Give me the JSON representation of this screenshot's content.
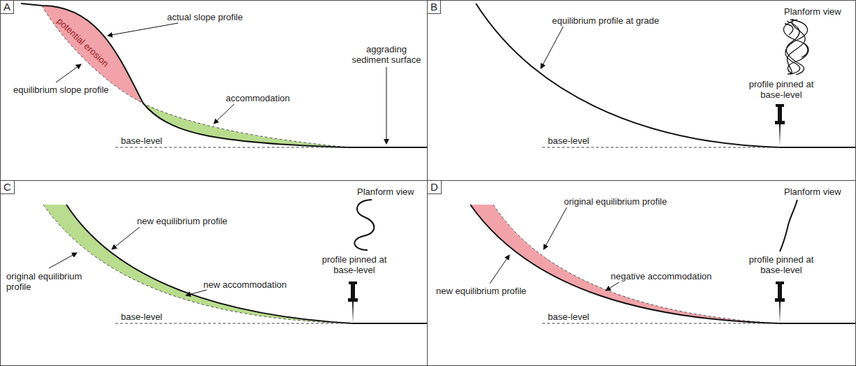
{
  "diagram": {
    "nodes": [
      {
        "text": [
          "A",
          "actual slope profile",
          "potential erosion",
          "equilibrium slope profile",
          "accommodation",
          "aggrading sediment surface",
          "base-level"
        ]
      },
      {
        "text": [
          "B",
          "equilibrium profile at grade",
          "Planform view",
          "profile pinned at base-level",
          "base-level"
        ]
      },
      {
        "text": [
          "C",
          "new equilibrium profile",
          "Planform view",
          "original equilibrium profile",
          "new accommodation",
          "profile pinned at base-level",
          "base-level"
        ]
      },
      {
        "text": [
          "D",
          "original equilibrium profile",
          "Planform view",
          "new equilibrium profile",
          "negative accommodation",
          "profile pinned at base-level",
          "base-level"
        ]
      }
    ],
    "edges": []
  }
}
